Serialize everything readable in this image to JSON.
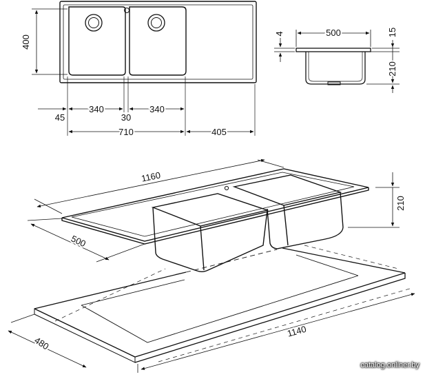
{
  "top_view": {
    "height": "400",
    "left_offset": "45",
    "bowl_1_width": "340",
    "divider": "30",
    "bowl_2_width": "340",
    "bowls_total": "710",
    "drainer": "405"
  },
  "side_view": {
    "width": "500",
    "rim": "4",
    "rim_height": "15",
    "depth": "210"
  },
  "iso_view": {
    "length": "1160",
    "width": "500",
    "depth": "210",
    "cutout_length": "1140",
    "cutout_width": "480"
  },
  "watermark": "catalog.onliner.by"
}
